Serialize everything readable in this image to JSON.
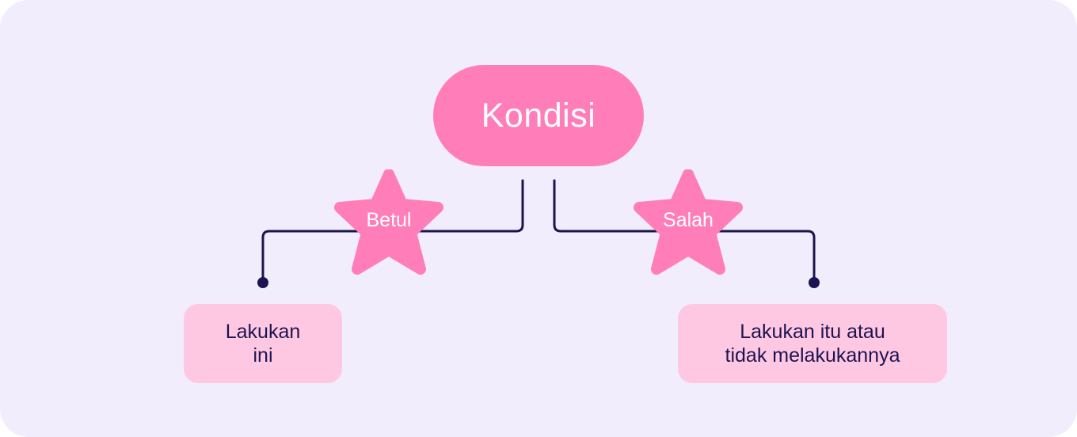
{
  "diagram": {
    "condition": {
      "label": "Kondisi"
    },
    "branches": [
      {
        "label": "Betul",
        "action": "Lakukan\nini"
      },
      {
        "label": "Salah",
        "action": "Lakukan itu atau\ntidak melakukannya"
      }
    ]
  },
  "colors": {
    "background": "#f2edfd",
    "node_pink": "#ff7eb9",
    "box_pink": "#ffc8e2",
    "line_navy": "#1c1450",
    "text_white": "#ffffff"
  }
}
